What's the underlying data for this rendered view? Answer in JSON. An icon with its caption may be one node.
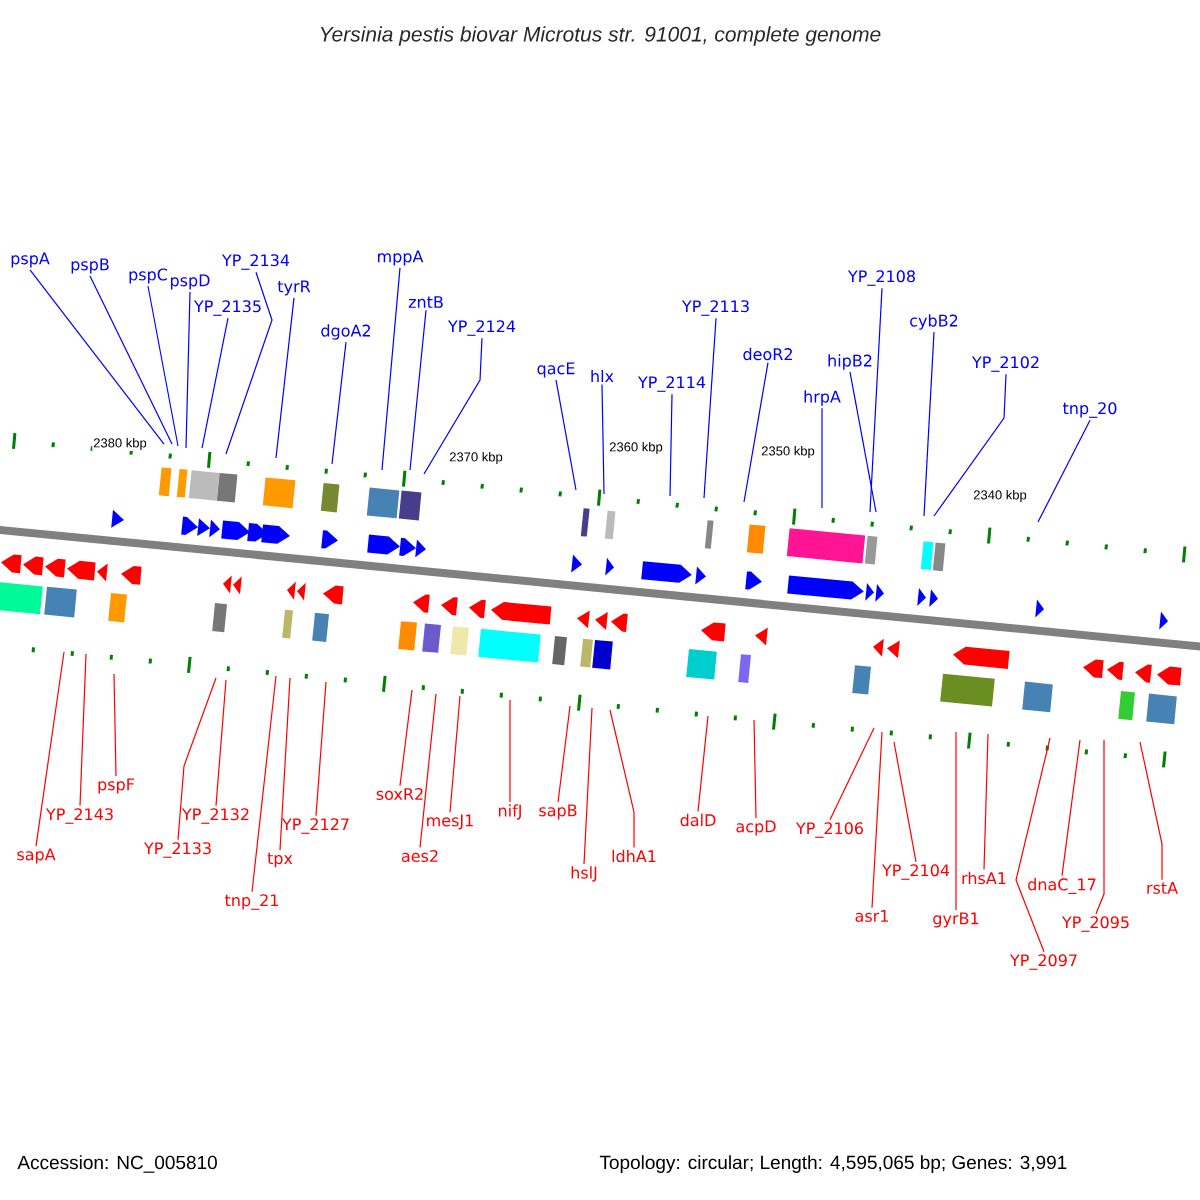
{
  "diagram": {
    "title": "Yersinia pestis biovar Microtus str. 91001, complete genome",
    "nodes": [
      {
        "text": [
          "pspA"
        ]
      },
      {
        "text": [
          "pspB"
        ]
      },
      {
        "text": [
          "pspC"
        ]
      },
      {
        "text": [
          "pspD"
        ]
      },
      {
        "text": [
          "YP_2135"
        ]
      },
      {
        "text": [
          "YP_2134"
        ]
      },
      {
        "text": [
          "tyrR"
        ]
      },
      {
        "text": [
          "dgoA2"
        ]
      },
      {
        "text": [
          "mppA"
        ]
      },
      {
        "text": [
          "zntB"
        ]
      },
      {
        "text": [
          "YP_2124"
        ]
      },
      {
        "text": [
          "qacE"
        ]
      },
      {
        "text": [
          "hlx"
        ]
      },
      {
        "text": [
          "YP_2114"
        ]
      },
      {
        "text": [
          "YP_2113"
        ]
      },
      {
        "text": [
          "deoR2"
        ]
      },
      {
        "text": [
          "hrpA"
        ]
      },
      {
        "text": [
          "YP_2108"
        ]
      },
      {
        "text": [
          "hipB2"
        ]
      },
      {
        "text": [
          "cybB2"
        ]
      },
      {
        "text": [
          "YP_2102"
        ]
      },
      {
        "text": [
          "tnp_20"
        ]
      },
      {
        "text": [
          "sapA"
        ]
      },
      {
        "text": [
          "YP_2143"
        ]
      },
      {
        "text": [
          "pspF"
        ]
      },
      {
        "text": [
          "YP_2133"
        ]
      },
      {
        "text": [
          "YP_2132"
        ]
      },
      {
        "text": [
          "tnp_21"
        ]
      },
      {
        "text": [
          "tpx"
        ]
      },
      {
        "text": [
          "YP_2127"
        ]
      },
      {
        "text": [
          "soxR2"
        ]
      },
      {
        "text": [
          "aes2"
        ]
      },
      {
        "text": [
          "mesJ1"
        ]
      },
      {
        "text": [
          "nifJ"
        ]
      },
      {
        "text": [
          "sapB"
        ]
      },
      {
        "text": [
          "hslJ"
        ]
      },
      {
        "text": [
          "ldhA1"
        ]
      },
      {
        "text": [
          "dalD"
        ]
      },
      {
        "text": [
          "acpD"
        ]
      },
      {
        "text": [
          "YP_2106"
        ]
      },
      {
        "text": [
          "YP_2104"
        ]
      },
      {
        "text": [
          "asr1"
        ]
      },
      {
        "text": [
          "gyrB1"
        ]
      },
      {
        "text": [
          "rhsA1"
        ]
      },
      {
        "text": [
          "YP_2097"
        ]
      },
      {
        "text": [
          "dnaC_17"
        ]
      },
      {
        "text": [
          "YP_2095"
        ]
      },
      {
        "text": [
          "rstA"
        ]
      }
    ],
    "edges": [
      {
        "from": 0,
        "to": null,
        "arrow": "none",
        "color": "#0000ff"
      },
      {
        "from": 1,
        "to": null,
        "arrow": "none",
        "color": "#0000ff"
      },
      {
        "from": 2,
        "to": null,
        "arrow": "none",
        "color": "#0000ff"
      },
      {
        "from": 3,
        "to": null,
        "arrow": "none",
        "color": "#0000ff"
      },
      {
        "from": 4,
        "to": null,
        "arrow": "none",
        "color": "#0000ff"
      },
      {
        "from": 5,
        "to": null,
        "arrow": "none",
        "color": "#0000ff"
      },
      {
        "from": 6,
        "to": null,
        "arrow": "none",
        "color": "#0000ff"
      },
      {
        "from": 7,
        "to": null,
        "arrow": "none",
        "color": "#0000ff"
      },
      {
        "from": 8,
        "to": null,
        "arrow": "none",
        "color": "#0000ff"
      },
      {
        "from": 9,
        "to": null,
        "arrow": "none",
        "color": "#0000ff"
      },
      {
        "from": 10,
        "to": null,
        "arrow": "none",
        "color": "#0000ff"
      },
      {
        "from": 11,
        "to": null,
        "arrow": "none",
        "color": "#0000ff"
      },
      {
        "from": 12,
        "to": null,
        "arrow": "none",
        "color": "#0000ff"
      },
      {
        "from": 13,
        "to": null,
        "arrow": "none",
        "color": "#0000ff"
      },
      {
        "from": 14,
        "to": null,
        "arrow": "none",
        "color": "#0000ff"
      },
      {
        "from": 15,
        "to": null,
        "arrow": "none",
        "color": "#0000ff"
      },
      {
        "from": 16,
        "to": null,
        "arrow": "none",
        "color": "#0000ff"
      },
      {
        "from": 17,
        "to": null,
        "arrow": "none",
        "color": "#0000ff"
      },
      {
        "from": 18,
        "to": null,
        "arrow": "none",
        "color": "#0000ff"
      },
      {
        "from": 19,
        "to": null,
        "arrow": "none",
        "color": "#0000ff"
      },
      {
        "from": 20,
        "to": null,
        "arrow": "none",
        "color": "#0000ff"
      },
      {
        "from": 21,
        "to": null,
        "arrow": "none",
        "color": "#0000ff"
      },
      {
        "from": 22,
        "to": null,
        "arrow": "none"
      },
      {
        "from": 23,
        "to": null,
        "arrow": "none"
      },
      {
        "from": 24,
        "to": null,
        "arrow": "none"
      },
      {
        "from": 25,
        "to": null,
        "arrow": "none"
      },
      {
        "from": 26,
        "to": null,
        "arrow": "none"
      },
      {
        "from": 27,
        "to": null,
        "arrow": "none"
      },
      {
        "from": 28,
        "to": null,
        "arrow": "none"
      },
      {
        "from": 29,
        "to": null,
        "arrow": "none"
      },
      {
        "from": 30,
        "to": null,
        "arrow": "none"
      },
      {
        "from": 31,
        "to": null,
        "arrow": "none"
      },
      {
        "from": 32,
        "to": null,
        "arrow": "none"
      },
      {
        "from": 33,
        "to": null,
        "arrow": "none"
      },
      {
        "from": 34,
        "to": null,
        "arrow": "none"
      },
      {
        "from": 35,
        "to": null,
        "arrow": "none"
      },
      {
        "from": 36,
        "to": null,
        "arrow": "none"
      },
      {
        "from": 37,
        "to": null,
        "arrow": "none"
      },
      {
        "from": 38,
        "to": null,
        "arrow": "none"
      },
      {
        "from": 39,
        "to": null,
        "arrow": "none"
      },
      {
        "from": 40,
        "to": null,
        "arrow": "none"
      },
      {
        "from": 41,
        "to": null,
        "arrow": "none"
      },
      {
        "from": 42,
        "to": null,
        "arrow": "none"
      },
      {
        "from": 43,
        "to": null,
        "arrow": "none"
      },
      {
        "from": 44,
        "to": null,
        "arrow": "none"
      },
      {
        "from": 45,
        "to": null,
        "arrow": "none"
      },
      {
        "from": 46,
        "to": null,
        "arrow": "none"
      },
      {
        "from": 47,
        "to": null,
        "arrow": "none"
      }
    ],
    "labels": [
      "2380 kbp",
      "2370 kbp",
      "2360 kbp",
      "2350 kbp",
      "2340 kbp",
      "Accession: NC_005810",
      "Topology: circular; Length: 4,595,065 bp; Genes: 3,991"
    ]
  }
}
